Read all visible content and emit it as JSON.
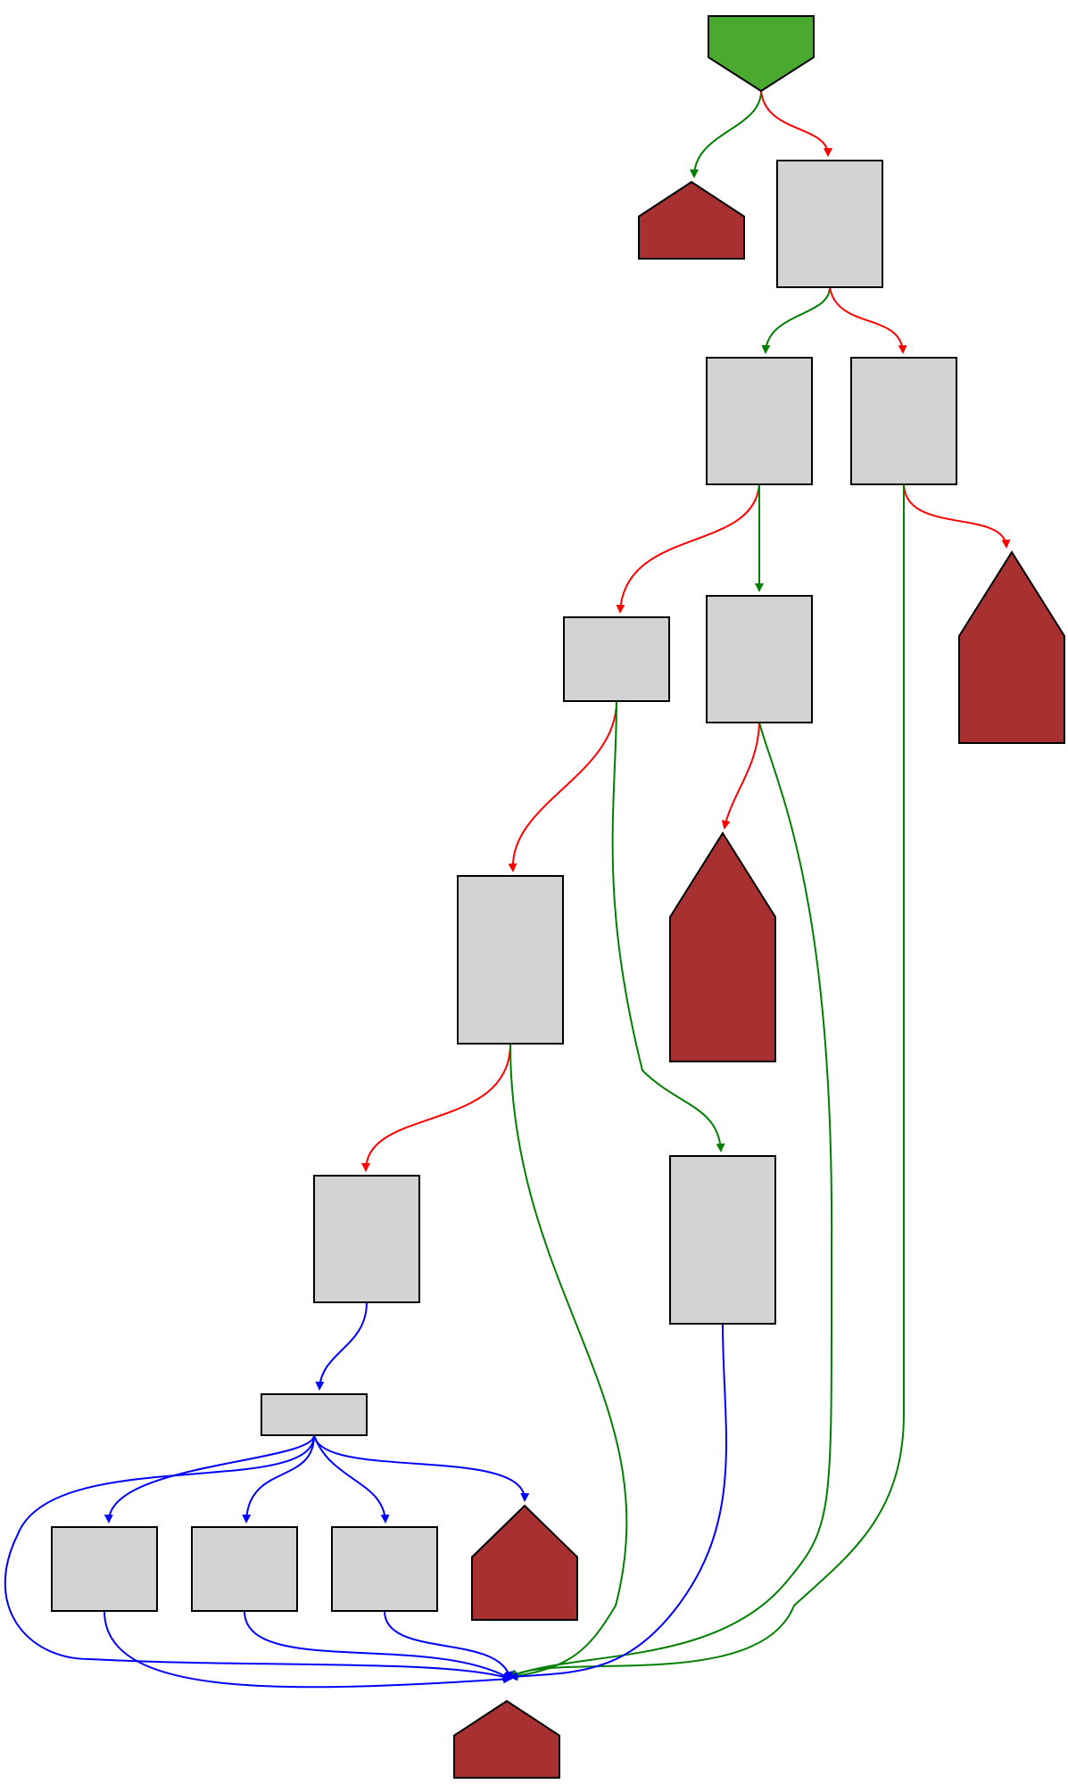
{
  "diagram": {
    "colors": {
      "entry_fill": "#49aa2f",
      "exit_fill": "#a93031",
      "block_fill": "#d3d3d3",
      "stroke": "#000000",
      "true_edge": "#007f00",
      "false_edge": "#ff0000",
      "uncond_edge": "#0000ff"
    },
    "nodes": [
      {
        "id": "n0",
        "kind": "entry"
      },
      {
        "id": "n1",
        "kind": "exit"
      },
      {
        "id": "n2",
        "kind": "block"
      },
      {
        "id": "n3",
        "kind": "block"
      },
      {
        "id": "n4",
        "kind": "block"
      },
      {
        "id": "n5",
        "kind": "block"
      },
      {
        "id": "n6",
        "kind": "block"
      },
      {
        "id": "n7",
        "kind": "exit"
      },
      {
        "id": "n8",
        "kind": "block"
      },
      {
        "id": "n9",
        "kind": "exit"
      },
      {
        "id": "n10",
        "kind": "block"
      },
      {
        "id": "n11",
        "kind": "block"
      },
      {
        "id": "n12",
        "kind": "block"
      },
      {
        "id": "n13",
        "kind": "block"
      },
      {
        "id": "n14",
        "kind": "block"
      },
      {
        "id": "n15",
        "kind": "block"
      },
      {
        "id": "n16",
        "kind": "exit"
      },
      {
        "id": "n17",
        "kind": "exit"
      }
    ],
    "edges": [
      {
        "id": "e0",
        "from": "n0",
        "to": "n1",
        "type": "true"
      },
      {
        "id": "e1",
        "from": "n0",
        "to": "n2",
        "type": "false"
      },
      {
        "id": "e2",
        "from": "n2",
        "to": "n3",
        "type": "true"
      },
      {
        "id": "e3",
        "from": "n2",
        "to": "n4",
        "type": "false"
      },
      {
        "id": "e4",
        "from": "n3",
        "to": "n5",
        "type": "false"
      },
      {
        "id": "e5",
        "from": "n3",
        "to": "n6",
        "type": "true"
      },
      {
        "id": "e6",
        "from": "n4",
        "to": "n7",
        "type": "false"
      },
      {
        "id": "e7",
        "from": "n4",
        "to": "n17",
        "type": "true"
      },
      {
        "id": "e8",
        "from": "n5",
        "to": "n8",
        "type": "false"
      },
      {
        "id": "e9",
        "from": "n5",
        "to": "n11",
        "type": "true"
      },
      {
        "id": "e10",
        "from": "n6",
        "to": "n9",
        "type": "false"
      },
      {
        "id": "e11",
        "from": "n6",
        "to": "n17",
        "type": "true"
      },
      {
        "id": "e12",
        "from": "n8",
        "to": "n10",
        "type": "false"
      },
      {
        "id": "e13",
        "from": "n8",
        "to": "n17",
        "type": "true"
      },
      {
        "id": "e14",
        "from": "n10",
        "to": "n12",
        "type": "uncond"
      },
      {
        "id": "e15",
        "from": "n11",
        "to": "n17",
        "type": "uncond"
      },
      {
        "id": "e16",
        "from": "n12",
        "to": "n13",
        "type": "uncond"
      },
      {
        "id": "e17",
        "from": "n12",
        "to": "n14",
        "type": "uncond"
      },
      {
        "id": "e18",
        "from": "n12",
        "to": "n15",
        "type": "uncond"
      },
      {
        "id": "e19",
        "from": "n12",
        "to": "n16",
        "type": "uncond"
      },
      {
        "id": "e20",
        "from": "n12",
        "to": "n17",
        "type": "uncond"
      },
      {
        "id": "e21",
        "from": "n13",
        "to": "n17",
        "type": "uncond"
      },
      {
        "id": "e22",
        "from": "n14",
        "to": "n17",
        "type": "uncond"
      },
      {
        "id": "e23",
        "from": "n15",
        "to": "n17",
        "type": "uncond"
      }
    ]
  }
}
